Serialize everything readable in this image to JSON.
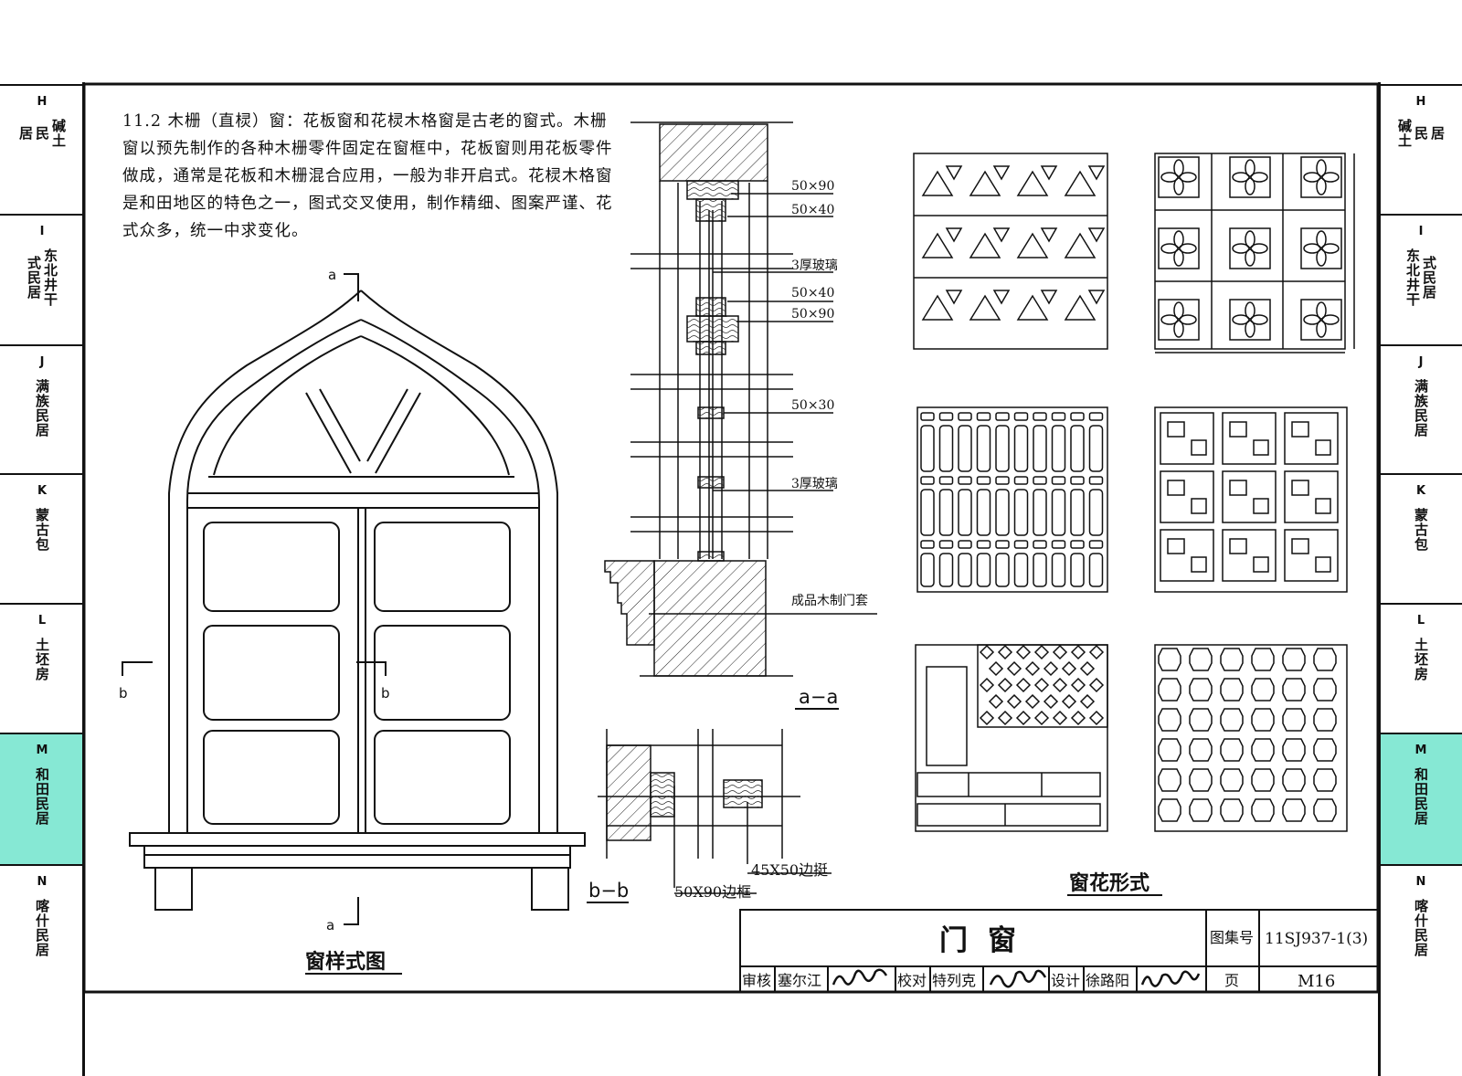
{
  "sidebar": {
    "items": [
      {
        "letter": "H",
        "cols": [
          "碱土",
          "民",
          "居"
        ]
      },
      {
        "letter": "I",
        "cols": [
          "东北井干",
          "式民居"
        ]
      },
      {
        "letter": "J",
        "cols": [
          "满族民居"
        ]
      },
      {
        "letter": "K",
        "cols": [
          "蒙古包"
        ]
      },
      {
        "letter": "L",
        "cols": [
          "土坯房"
        ]
      },
      {
        "letter": "M",
        "cols": [
          "和田民居"
        ],
        "active": true
      },
      {
        "letter": "N",
        "cols": [
          "喀什民居"
        ]
      }
    ]
  },
  "description": "11.2 木栅（直棂）窗：花板窗和花棂木格窗是古老的窗式。木栅窗以预先制作的各种木栅零件固定在窗框中，花板窗则用花板零件做成，通常是花板和木栅混合应用，一般为非开启式。花棂木格窗是和田地区的特色之一，图式交叉使用，制作精细、图案严谨、花式众多，统一中求变化。",
  "window_elevation": {
    "title": "窗样式图",
    "mark_a": "a",
    "mark_b": "b"
  },
  "section_aa": {
    "title": "a−a",
    "labels": [
      "50×90",
      "50×40",
      "3厚玻璃",
      "50×40",
      "50×90",
      "50×30",
      "3厚玻璃",
      "成品木制门套"
    ]
  },
  "section_bb": {
    "title": "b−b",
    "label_frame": "50X90边框",
    "label_stile": "45X50边挺"
  },
  "patterns": {
    "title": "窗花形式"
  },
  "title_block": {
    "title": "门窗",
    "atlas_label": "图集号",
    "atlas_no": "11SJ937-1(3)",
    "review_label": "审核",
    "reviewer": "塞尔江",
    "check_label": "校对",
    "checker": "特列克",
    "design_label": "设计",
    "designer": "徐路阳",
    "page_label": "页",
    "page_no": "M16"
  },
  "colors": {
    "line": "#111111",
    "active_tab": "#86e8d4",
    "hatch": "#222222"
  }
}
